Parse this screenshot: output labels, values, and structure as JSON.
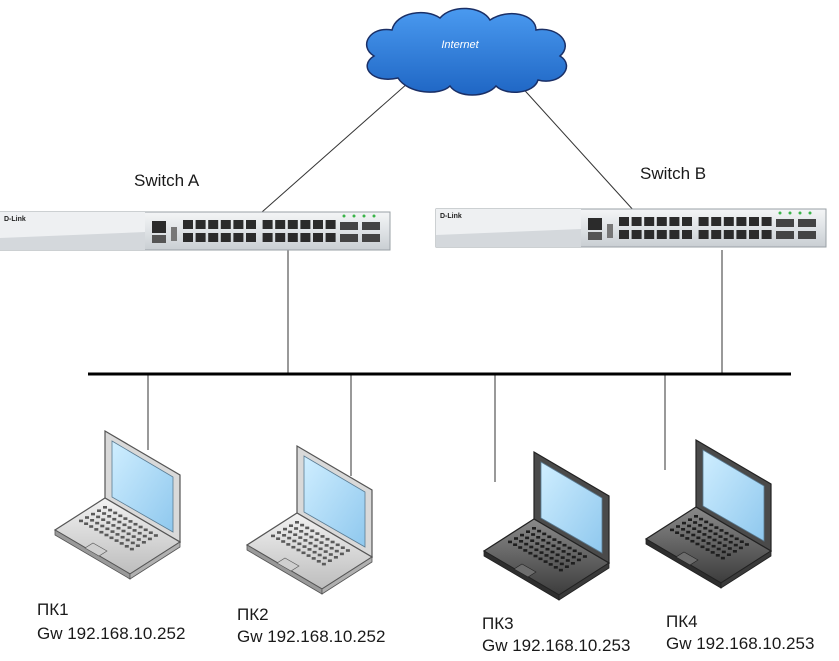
{
  "cloud": {
    "label": "Internet"
  },
  "switches": [
    {
      "id": "a",
      "label": "Switch A",
      "brand": "D-Link"
    },
    {
      "id": "b",
      "label": "Switch B",
      "brand": "D-Link"
    }
  ],
  "pcs": [
    {
      "name": "ПК1",
      "gw": "Gw 192.168.10.252",
      "style": "light"
    },
    {
      "name": "ПК2",
      "gw": "Gw 192.168.10.252",
      "style": "light"
    },
    {
      "name": "ПК3",
      "gw": "Gw 192.168.10.253",
      "style": "dark"
    },
    {
      "name": "ПК4",
      "gw": "Gw 192.168.10.253",
      "style": "dark"
    }
  ],
  "colors": {
    "cloud_fill": "#2e7fd6",
    "cloud_stroke": "#1a2f66",
    "line": "#333333",
    "bus": "#000000",
    "switch_body": "#e6e9ec",
    "port": "#2b2b2b",
    "screen": "#a9d8f5"
  }
}
